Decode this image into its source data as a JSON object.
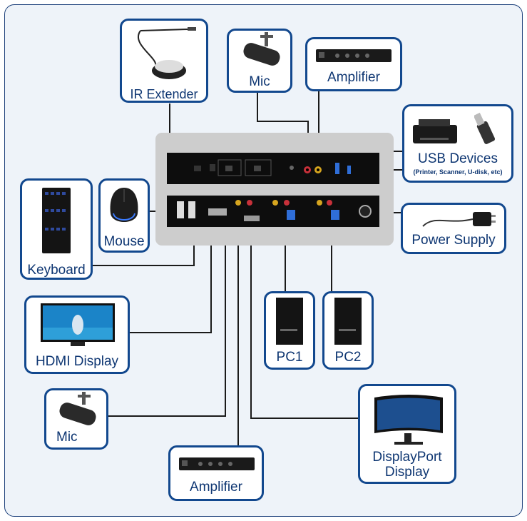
{
  "labels": {
    "ir_extender": "IR Extender",
    "mic_top": "Mic",
    "amplifier_top": "Amplifier",
    "usb_devices": "USB Devices",
    "usb_devices_sub": "(Printer, Scanner, U-disk, etc)",
    "mouse": "Mouse",
    "keyboard": "Keyboard",
    "power_supply": "Power Supply",
    "hdmi_display": "HDMI Display",
    "pc1": "PC1",
    "pc2": "PC2",
    "mic_bottom": "Mic",
    "displayport_display": "DisplayPort\nDisplay",
    "amplifier_bottom": "Amplifier"
  },
  "icons": [
    "ir-extender-icon",
    "microphone-icon",
    "amplifier-icon",
    "printer-icon",
    "usb-drive-icon",
    "mouse-icon",
    "keyboard-icon",
    "power-adapter-icon",
    "monitor-icon",
    "pc-tower-icon"
  ],
  "colors": {
    "frame": "#1b3f7a",
    "box_border": "#12488e",
    "label": "#0e3672",
    "wire": "#1a1a1a",
    "device_body": "#cdcdcd",
    "panel": "#0d0d0d",
    "port_blue": "#2f6ed8",
    "port_red": "#c8313a",
    "port_yellow": "#d6a51f"
  }
}
